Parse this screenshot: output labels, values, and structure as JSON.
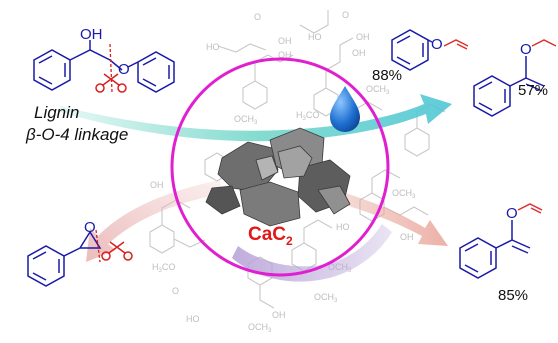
{
  "labels": {
    "oh": "OH",
    "o": "O",
    "lignin": "Lignin",
    "linkage": "β-O-4 linkage",
    "reagent": "CaC",
    "reagent_sub": "2"
  },
  "background_lignin_labels": {
    "oh": "OH",
    "ho": "HO",
    "o": "O",
    "och3": "OCH",
    "h3co": "H",
    "och3_sub": "3"
  },
  "yields": {
    "phenyl_vinyl_ether": "88%",
    "vinyl_ether_top": "57%",
    "vinyl_ether_bottom": "85%"
  },
  "colors": {
    "ring": "#e020d0",
    "structure": "#1a1aa8",
    "scissors": "#d82020",
    "reagent_text": "#e01818",
    "arrow_top": "#5cd0c0",
    "arrow_right": "#e8a498",
    "arrow_left": "#eab4b4",
    "arrow_bottom": "#b8a4d8",
    "background": "#c8c8c8",
    "water_drop": "#1e6fd0"
  },
  "icons": [
    "water-drop-icon",
    "scissors-icon",
    "calcium-carbide-rocks-icon"
  ]
}
